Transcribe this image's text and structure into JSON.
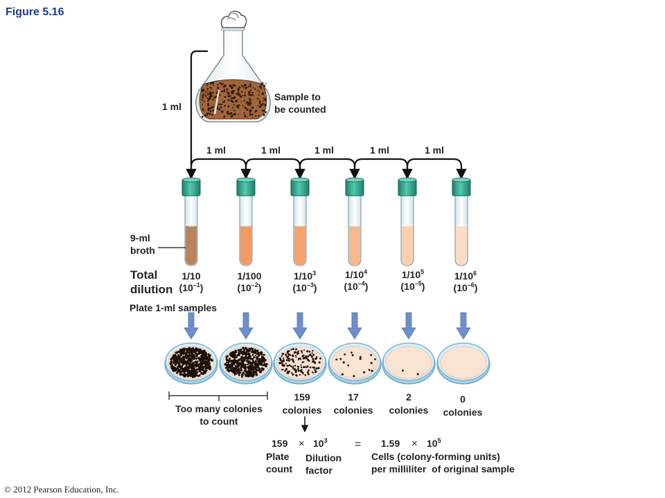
{
  "figure_title": "Figure 5.16",
  "flask": {
    "label_line1": "Sample to",
    "label_line2": "be counted",
    "transfer_volume": "1 ml"
  },
  "transfers": [
    {
      "volume": "1 ml"
    },
    {
      "volume": "1 ml"
    },
    {
      "volume": "1 ml"
    },
    {
      "volume": "1 ml"
    },
    {
      "volume": "1 ml"
    }
  ],
  "broth_label_line1": "9-ml",
  "broth_label_line2": "broth",
  "total_dilution_line1": "Total",
  "total_dilution_line2": "dilution",
  "tubes": [
    {
      "fraction": "1/10",
      "exp_base": "(10",
      "exp_power": "–1",
      "exp_close": ")",
      "fraction_power": "",
      "liquid_color": "#b8835e"
    },
    {
      "fraction": "1/100",
      "exp_base": "(10",
      "exp_power": "–2",
      "exp_close": ")",
      "fraction_power": "",
      "liquid_color": "#f29a62"
    },
    {
      "fraction": "1/10",
      "fraction_power": "3",
      "exp_base": "(10",
      "exp_power": "–3",
      "exp_close": ")",
      "liquid_color": "#f5a46e"
    },
    {
      "fraction": "1/10",
      "fraction_power": "4",
      "exp_base": "(10",
      "exp_power": "–4",
      "exp_close": ")",
      "liquid_color": "#f8b98c"
    },
    {
      "fraction": "1/10",
      "fraction_power": "5",
      "exp_base": "(10",
      "exp_power": "–5",
      "exp_close": ")",
      "liquid_color": "#fbcfb0"
    },
    {
      "fraction": "1/10",
      "fraction_power": "6",
      "exp_base": "(10",
      "exp_power": "–6",
      "exp_close": ")",
      "liquid_color": "#fcdcc4"
    }
  ],
  "plate_label": "Plate 1-ml samples",
  "plates": [
    {
      "density": "too many"
    },
    {
      "density": "too many"
    },
    {
      "colonies": 159
    },
    {
      "colonies": 17
    },
    {
      "colonies": 2
    },
    {
      "colonies": 0
    }
  ],
  "too_many_line1": "Too many colonies",
  "too_many_line2": "to count",
  "counts": [
    {
      "number": "159",
      "word": "colonies"
    },
    {
      "number": "17",
      "word": "colonies"
    },
    {
      "number": "2",
      "word": "colonies"
    },
    {
      "number": "0",
      "word": "colonies"
    }
  ],
  "equation": {
    "plate_count": "159",
    "times1": "×",
    "dilution_base": "10",
    "dilution_power": "3",
    "equals": "=",
    "result_mantissa": "1.59",
    "times2": "×",
    "result_base": "10",
    "result_power": "5",
    "plate_count_label_line1": "Plate",
    "plate_count_label_line2": "count",
    "dilution_factor_label_line1": "Dilution",
    "dilution_factor_label_line2": "factor",
    "result_label_line1": "Cells (colony-forming units)",
    "result_label_line2": "per milliliter  of original sample"
  },
  "copyright": "© 2012 Pearson Education, Inc.",
  "colors": {
    "cap": "#3fb39d",
    "cap_dark": "#1f7e6c",
    "arrow_blue": "#6f8fcb",
    "dish_rim": "#7db6d6",
    "agar": "#fbe3d2",
    "title_blue": "#1b3a8c"
  }
}
